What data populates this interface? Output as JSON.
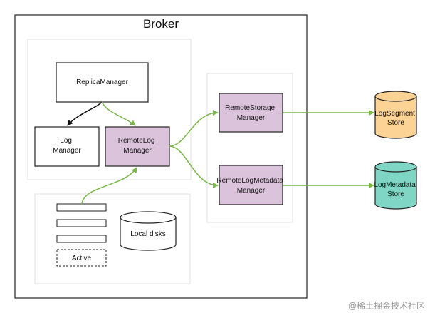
{
  "broker": {
    "title": "Broker"
  },
  "components": {
    "replica_manager": "ReplicaManager",
    "log_manager": [
      "Log",
      "Manager"
    ],
    "remote_log_manager": [
      "RemoteLog",
      "Manager"
    ],
    "remote_storage_manager": [
      "RemoteStorage",
      "Manager"
    ],
    "remote_log_metadata_manager": [
      "RemoteLogMetadata",
      "Manager"
    ],
    "local_disks": "Local disks",
    "active_segment": "Active"
  },
  "stores": {
    "log_segment_store": [
      "LogSegment",
      "Store"
    ],
    "log_metadata_store": [
      "LogMetadata",
      "Store"
    ]
  },
  "watermark": "@稀土掘金技术社区",
  "colors": {
    "manager_fill": "#dcc3dc",
    "arrow_green": "#7ab648",
    "arrow_black": "#111111",
    "log_segment_store": "#fdd295",
    "log_metadata_store": "#7fd6c4",
    "group_border": "#e0e0e0"
  }
}
